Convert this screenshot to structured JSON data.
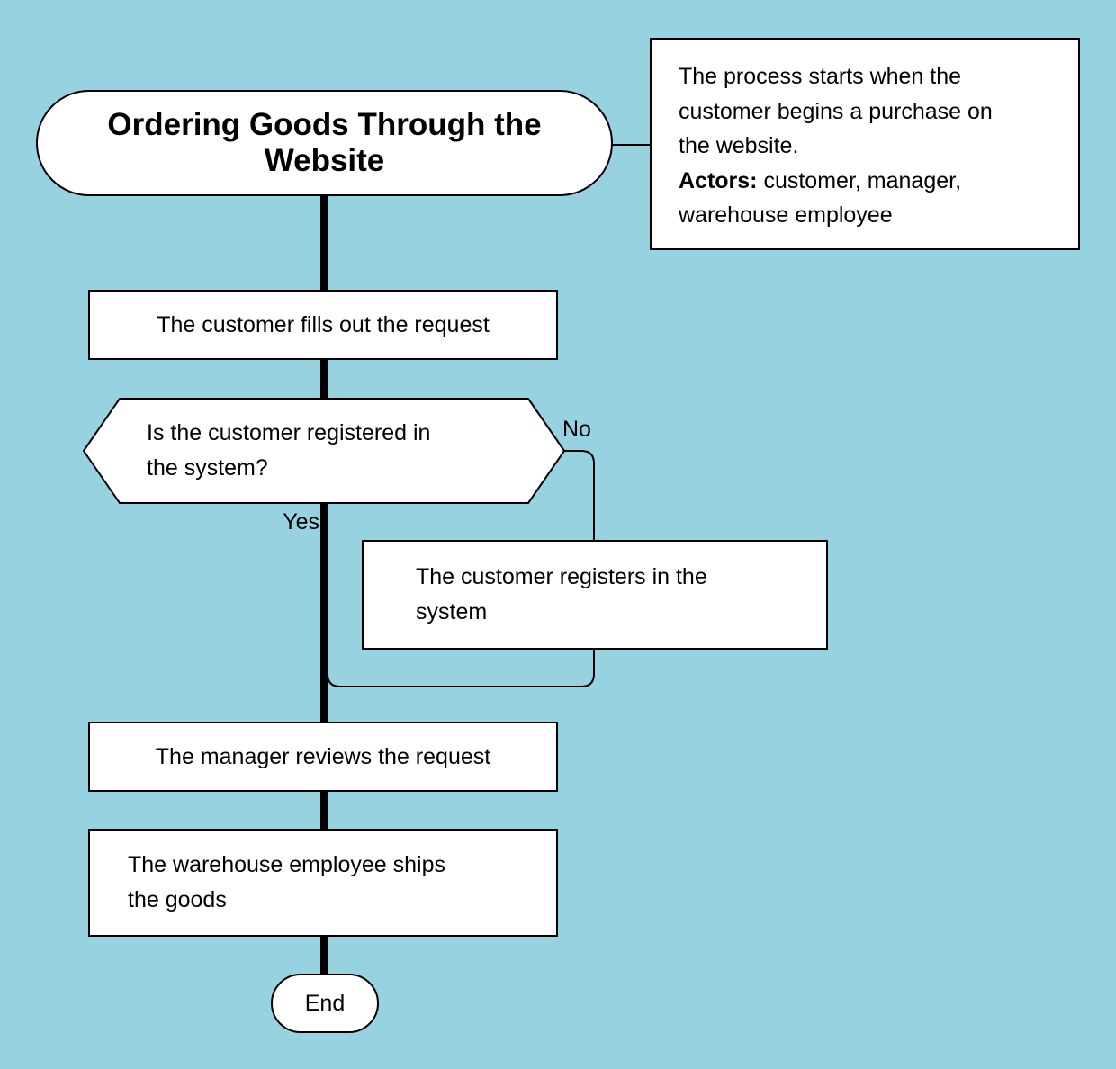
{
  "colors": {
    "background": "#97d2e0",
    "node_fill": "#ffffff",
    "stroke": "#000000"
  },
  "flowchart": {
    "title": {
      "line1": "Ordering Goods Through the",
      "line2": "Website"
    },
    "note": {
      "line1": "The process starts when the",
      "line2": "customer begins a purchase on",
      "line3": "the website.",
      "actors_label": "Actors:",
      "line4_rest": " customer, manager,",
      "line5": "warehouse employee"
    },
    "step_fill_request": "The customer fills out the request",
    "decision": {
      "line1": "Is the customer registered in",
      "line2": "the system?"
    },
    "edge_no_label": "No",
    "edge_yes_label": "Yes",
    "step_register": {
      "line1": "The customer registers in the",
      "line2": "system"
    },
    "step_manager": "The manager reviews the request",
    "step_warehouse": {
      "line1": "The warehouse employee ships",
      "line2": "the goods"
    },
    "end_label": "End"
  }
}
